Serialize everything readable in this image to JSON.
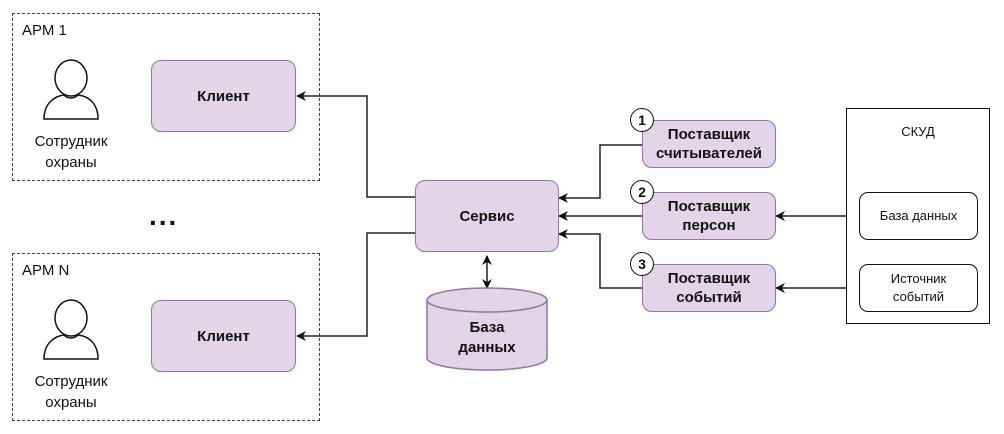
{
  "arm_groups": [
    {
      "title": "АРМ 1",
      "actor_label_1": "Сотрудник",
      "actor_label_2": "охраны",
      "client_label": "Клиент"
    },
    {
      "title": "АРМ N",
      "actor_label_1": "Сотрудник",
      "actor_label_2": "охраны",
      "client_label": "Клиент"
    }
  ],
  "ellipsis": "...",
  "service": {
    "label": "Сервис"
  },
  "database": {
    "line1": "База",
    "line2": "данных"
  },
  "providers": [
    {
      "number": "1",
      "line1": "Поставщик",
      "line2": "считывателей"
    },
    {
      "number": "2",
      "line1": "Поставщик",
      "line2": "персон"
    },
    {
      "number": "3",
      "line1": "Поставщик",
      "line2": "событий"
    }
  ],
  "skud": {
    "title": "СКУД",
    "items": [
      {
        "line1": "База данных",
        "line2": ""
      },
      {
        "line1": "Источник",
        "line2": "событий"
      }
    ]
  },
  "colors": {
    "node_fill": "#e1d5e7",
    "node_stroke": "#9673a6"
  }
}
